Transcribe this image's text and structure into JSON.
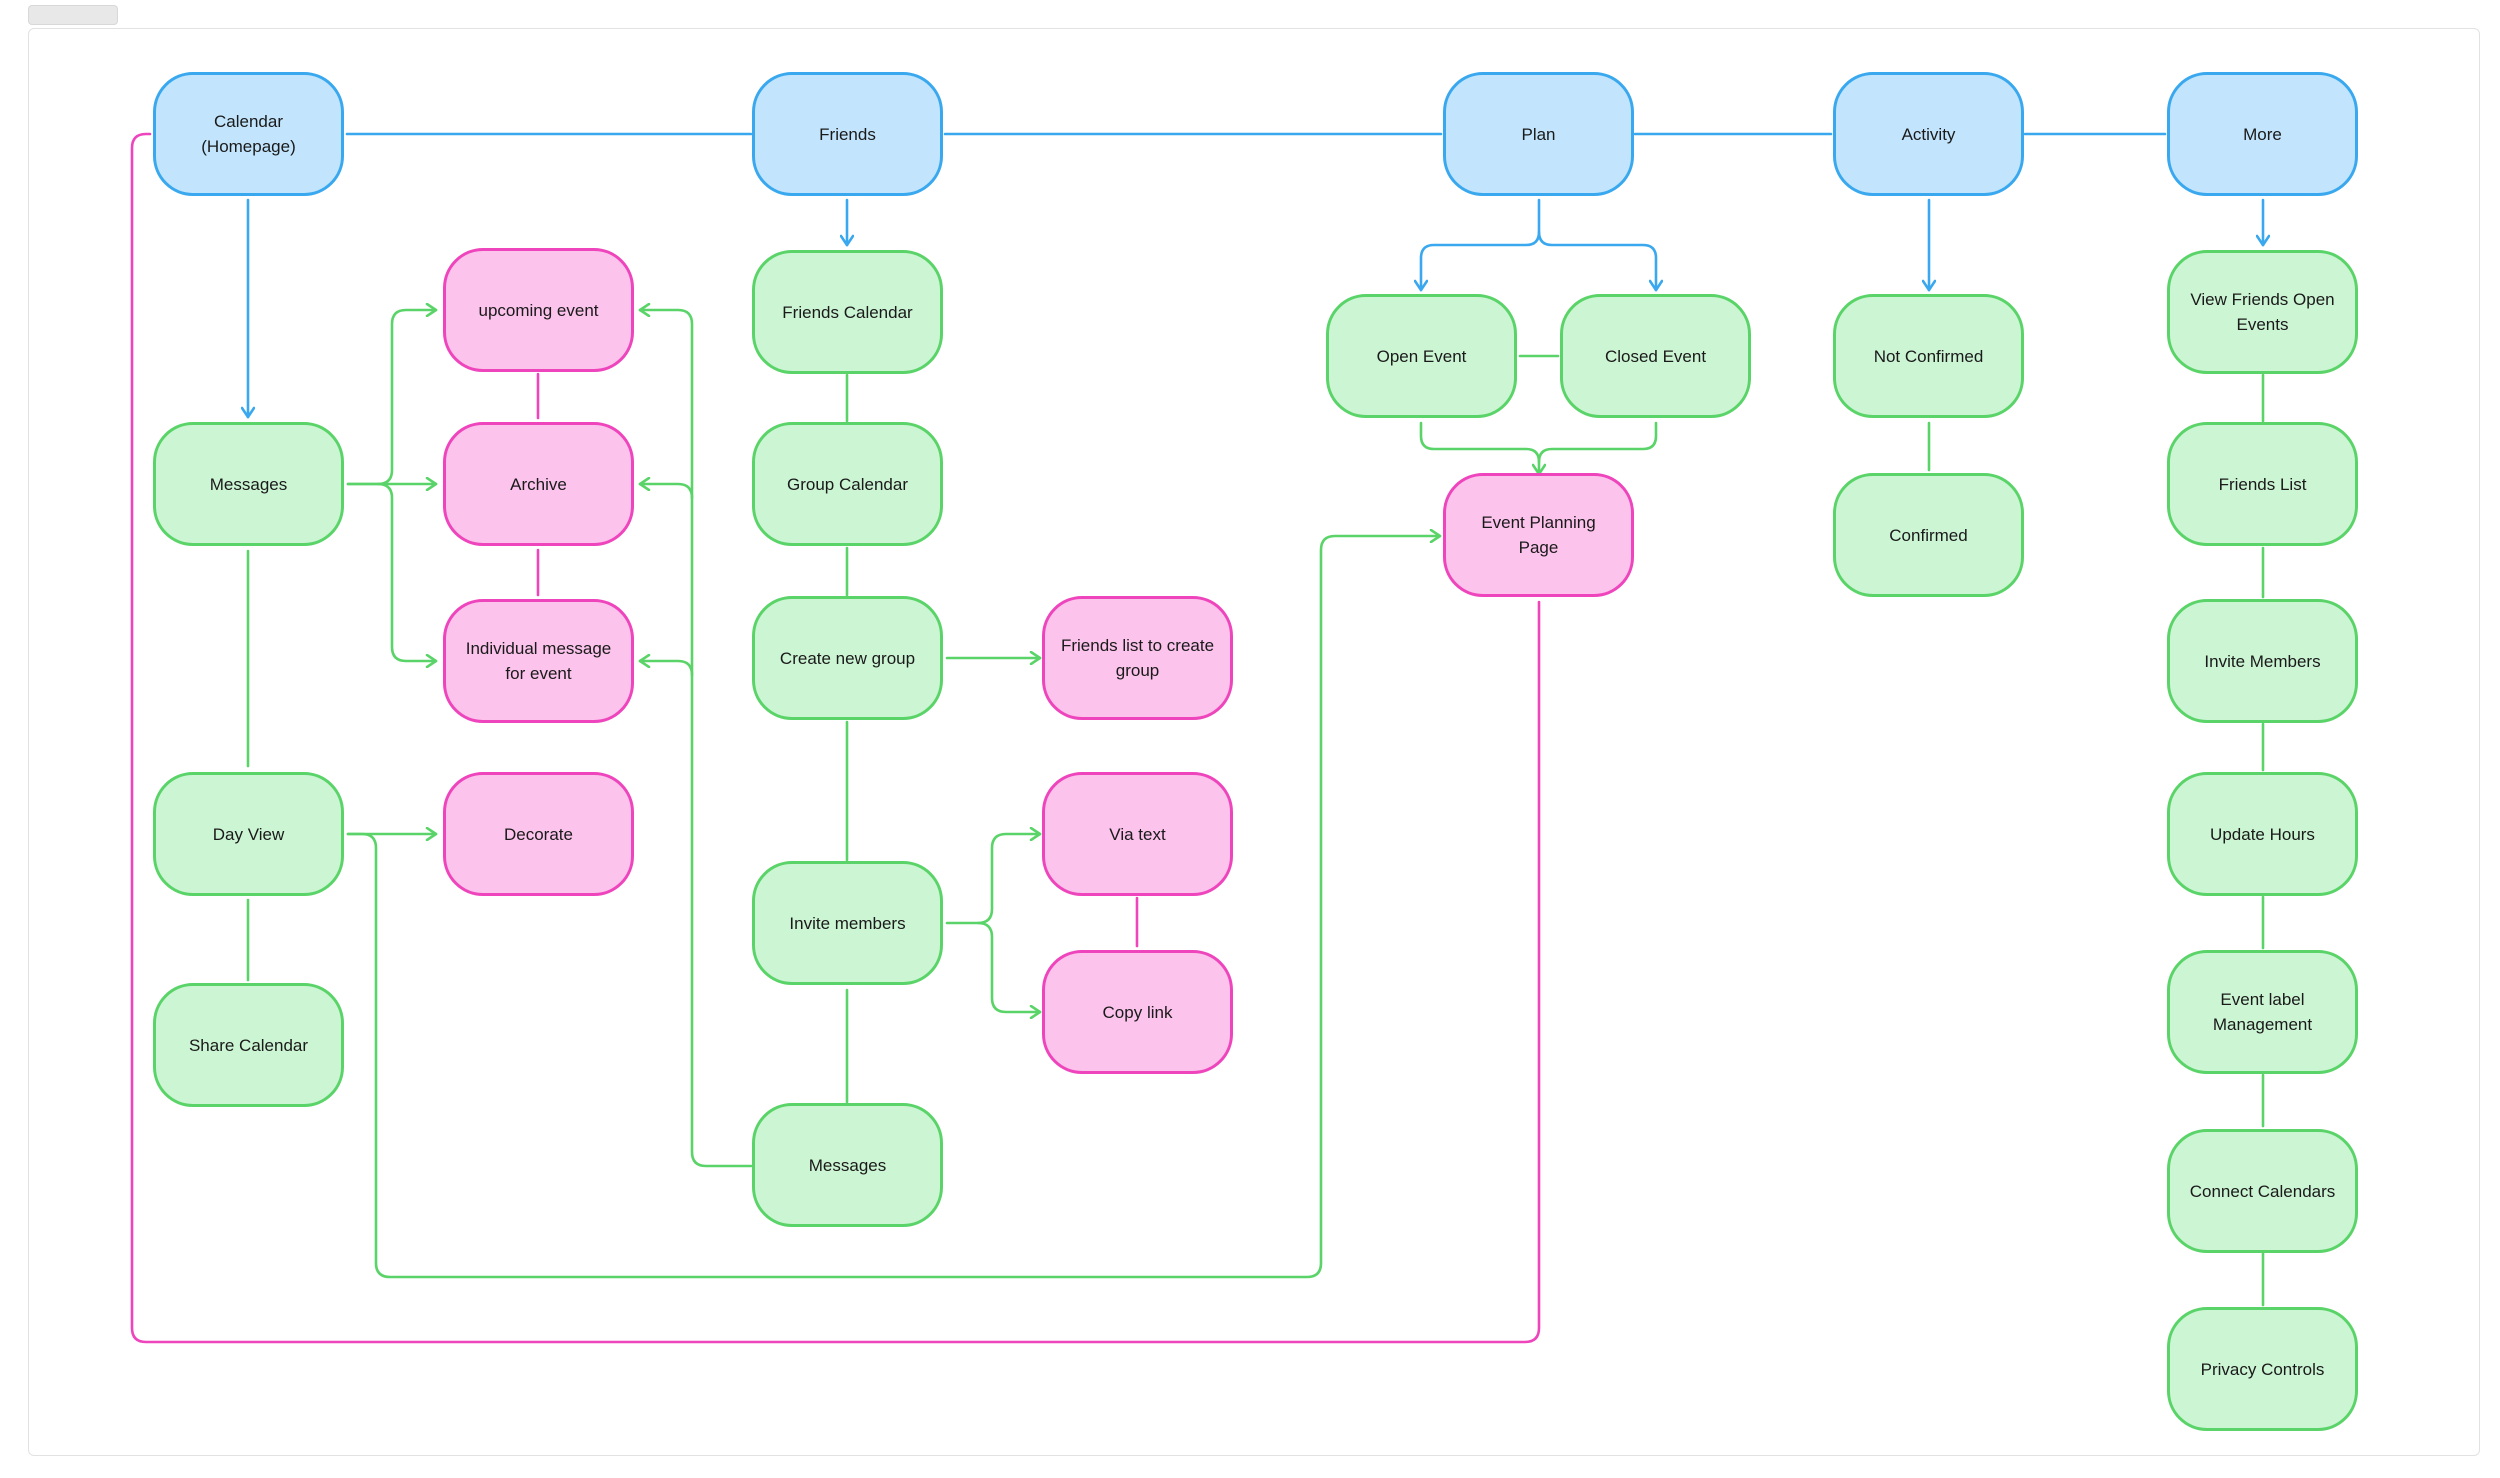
{
  "nodes": {
    "calendar": "Calendar\n(Homepage)",
    "friends": "Friends",
    "plan": "Plan",
    "activity": "Activity",
    "more": "More",
    "messages_left": "Messages",
    "upcoming_event": "upcoming event",
    "archive": "Archive",
    "individual_message": "Individual message\nfor event",
    "day_view": "Day View",
    "decorate": "Decorate",
    "share_calendar": "Share Calendar",
    "friends_calendar": "Friends Calendar",
    "group_calendar": "Group Calendar",
    "create_new_group": "Create new group",
    "friends_list_create_group": "Friends list to create\ngroup",
    "invite_members_friends": "Invite members",
    "via_text": "Via text",
    "copy_link": "Copy link",
    "messages_friends": "Messages",
    "open_event": "Open Event",
    "closed_event": "Closed Event",
    "event_planning_page": "Event Planning Page",
    "not_confirmed": "Not Confirmed",
    "confirmed": "Confirmed",
    "view_friends_open_events": "View Friends Open\nEvents",
    "friends_list": "Friends List",
    "invite_members_more": "Invite Members",
    "update_hours": "Update Hours",
    "event_label_management": "Event label\nManagement",
    "connect_calendars": "Connect Calendars",
    "privacy_controls": "Privacy Controls"
  },
  "colors": {
    "blue_fill": "#c2e5fd",
    "blue_stroke": "#3aa8ee",
    "green_fill": "#ccf5d4",
    "green_stroke": "#5ad468",
    "pink_fill": "#fcc3ec",
    "pink_stroke": "#ee45bd"
  }
}
